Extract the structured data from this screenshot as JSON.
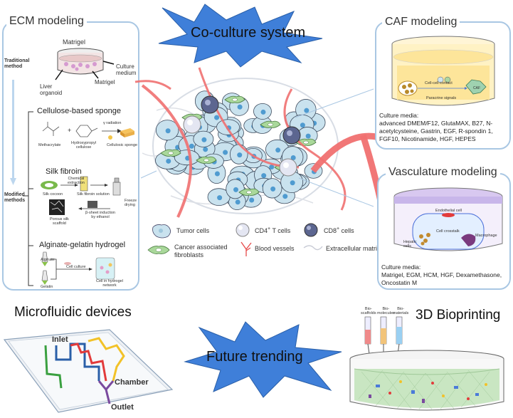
{
  "center": {
    "coculture_title": "Co-culture system",
    "future_title": "Future trending"
  },
  "ecm": {
    "title": "ECM modeling",
    "traditional_label": "Traditional\nmethod",
    "modified_label": "Modified\nmethods",
    "matrigel_top": "Matrigel",
    "culture_medium": "Culture\nmedium",
    "liver_organoid": "Liver\norganoid",
    "matrigel_bottom": "Matrigel",
    "cellulose_title": "Cellulose-based sponge",
    "methacrylate": "Methacrylate",
    "hpc": "Hydroxypropyl\ncellulose",
    "gamma": "γ radiation",
    "cellulosic_sponge": "Cellulosic sponge",
    "silk_title": "Silk fibroin",
    "silk_cocoon": "Silk cocoon",
    "chemical_extraction": "Chemical\nextraction",
    "silk_solution": "Silk fibroin solution",
    "freeze_drying": "Freeze\ndrying",
    "porous_scaffold": "Porous silk\nscaffold",
    "beta_sheet": "β-sheet induction\nby ethanol",
    "alginate_title": "Alginate-gelatin hydrogel",
    "alginate": "Alginate",
    "gelatin": "Gelatin",
    "cell_culture": "Cell culture",
    "cell_network": "Cell in hydrogel\nnetwork"
  },
  "caf": {
    "title": "CAF modeling",
    "cell_contact": "Cell-cell contact",
    "paracrine": "Paracrine signals",
    "media_label": "Culture media:",
    "media_text": "advanced DMEM/F12, GlutaMAX, B27, N-acetylcysteine, Gastrin, EGF, R-spondin 1, FGF10, Nicotinamide, HGF, HEPES"
  },
  "vasc": {
    "title": "Vasculature modeling",
    "endothelial": "Endothelial cell",
    "crosstalk": "Cell crosstalk",
    "hepatic": "Hepatic\ncells",
    "macrophage": "Macrophage",
    "media_label": "Culture media:",
    "media_text": "Matrigel, EGM, HCM, HGF, Dexamethasone, Oncostatin M"
  },
  "legend": {
    "tumor": "Tumor cells",
    "cd4": "CD4",
    "cd4_sup": "+",
    "cd4_suffix": " T cells",
    "cd8": "CD8",
    "cd8_sup": "+",
    "cd8_suffix": " cells",
    "caf": "Cancer associated\nfibroblasts",
    "blood": "Blood vessels",
    "ecm": "Extracellular matrix"
  },
  "micro": {
    "title": "Microfluidic devices",
    "inlet": "Inlet",
    "chamber": "Chamber",
    "outlet": "Outlet"
  },
  "bio": {
    "title": "3D Bioprinting",
    "scaffolds": "Bio-\nscaffolds",
    "molecules": "Bio-\nmolecules",
    "materials": "Bio-\nmaterials"
  },
  "colors": {
    "panel_border": "#a9c7e3",
    "star_fill": "#3f7fd9",
    "vessel": "#f07070",
    "tumor_fill": "#c9e2ee",
    "caf_fill": "#a9d89a"
  }
}
